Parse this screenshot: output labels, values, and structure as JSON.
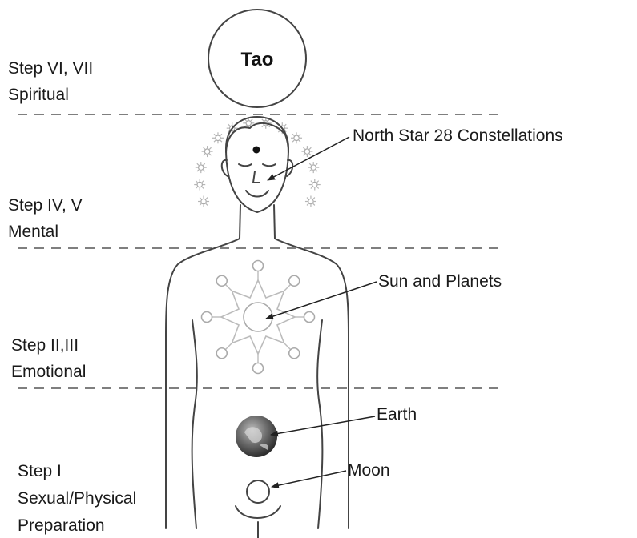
{
  "tao": {
    "label": "Tao"
  },
  "steps": [
    {
      "title": "Step VI, VII",
      "subtitle": "Spiritual"
    },
    {
      "title": "Step IV, V",
      "subtitle": "Mental"
    },
    {
      "title": "Step II,III",
      "subtitle": "Emotional"
    },
    {
      "title": "Step I",
      "subtitle": "Sexual/Physical",
      "extra": "Preparation"
    }
  ],
  "callouts": {
    "north_star": "North Star 28 Constellations",
    "sun": "Sun and Planets",
    "earth": "Earth",
    "moon": "Moon"
  },
  "colors": {
    "line": "#333333",
    "figure": "#444444",
    "dash": "#555555",
    "star": "#b8b8b8",
    "earth": "#555555"
  }
}
